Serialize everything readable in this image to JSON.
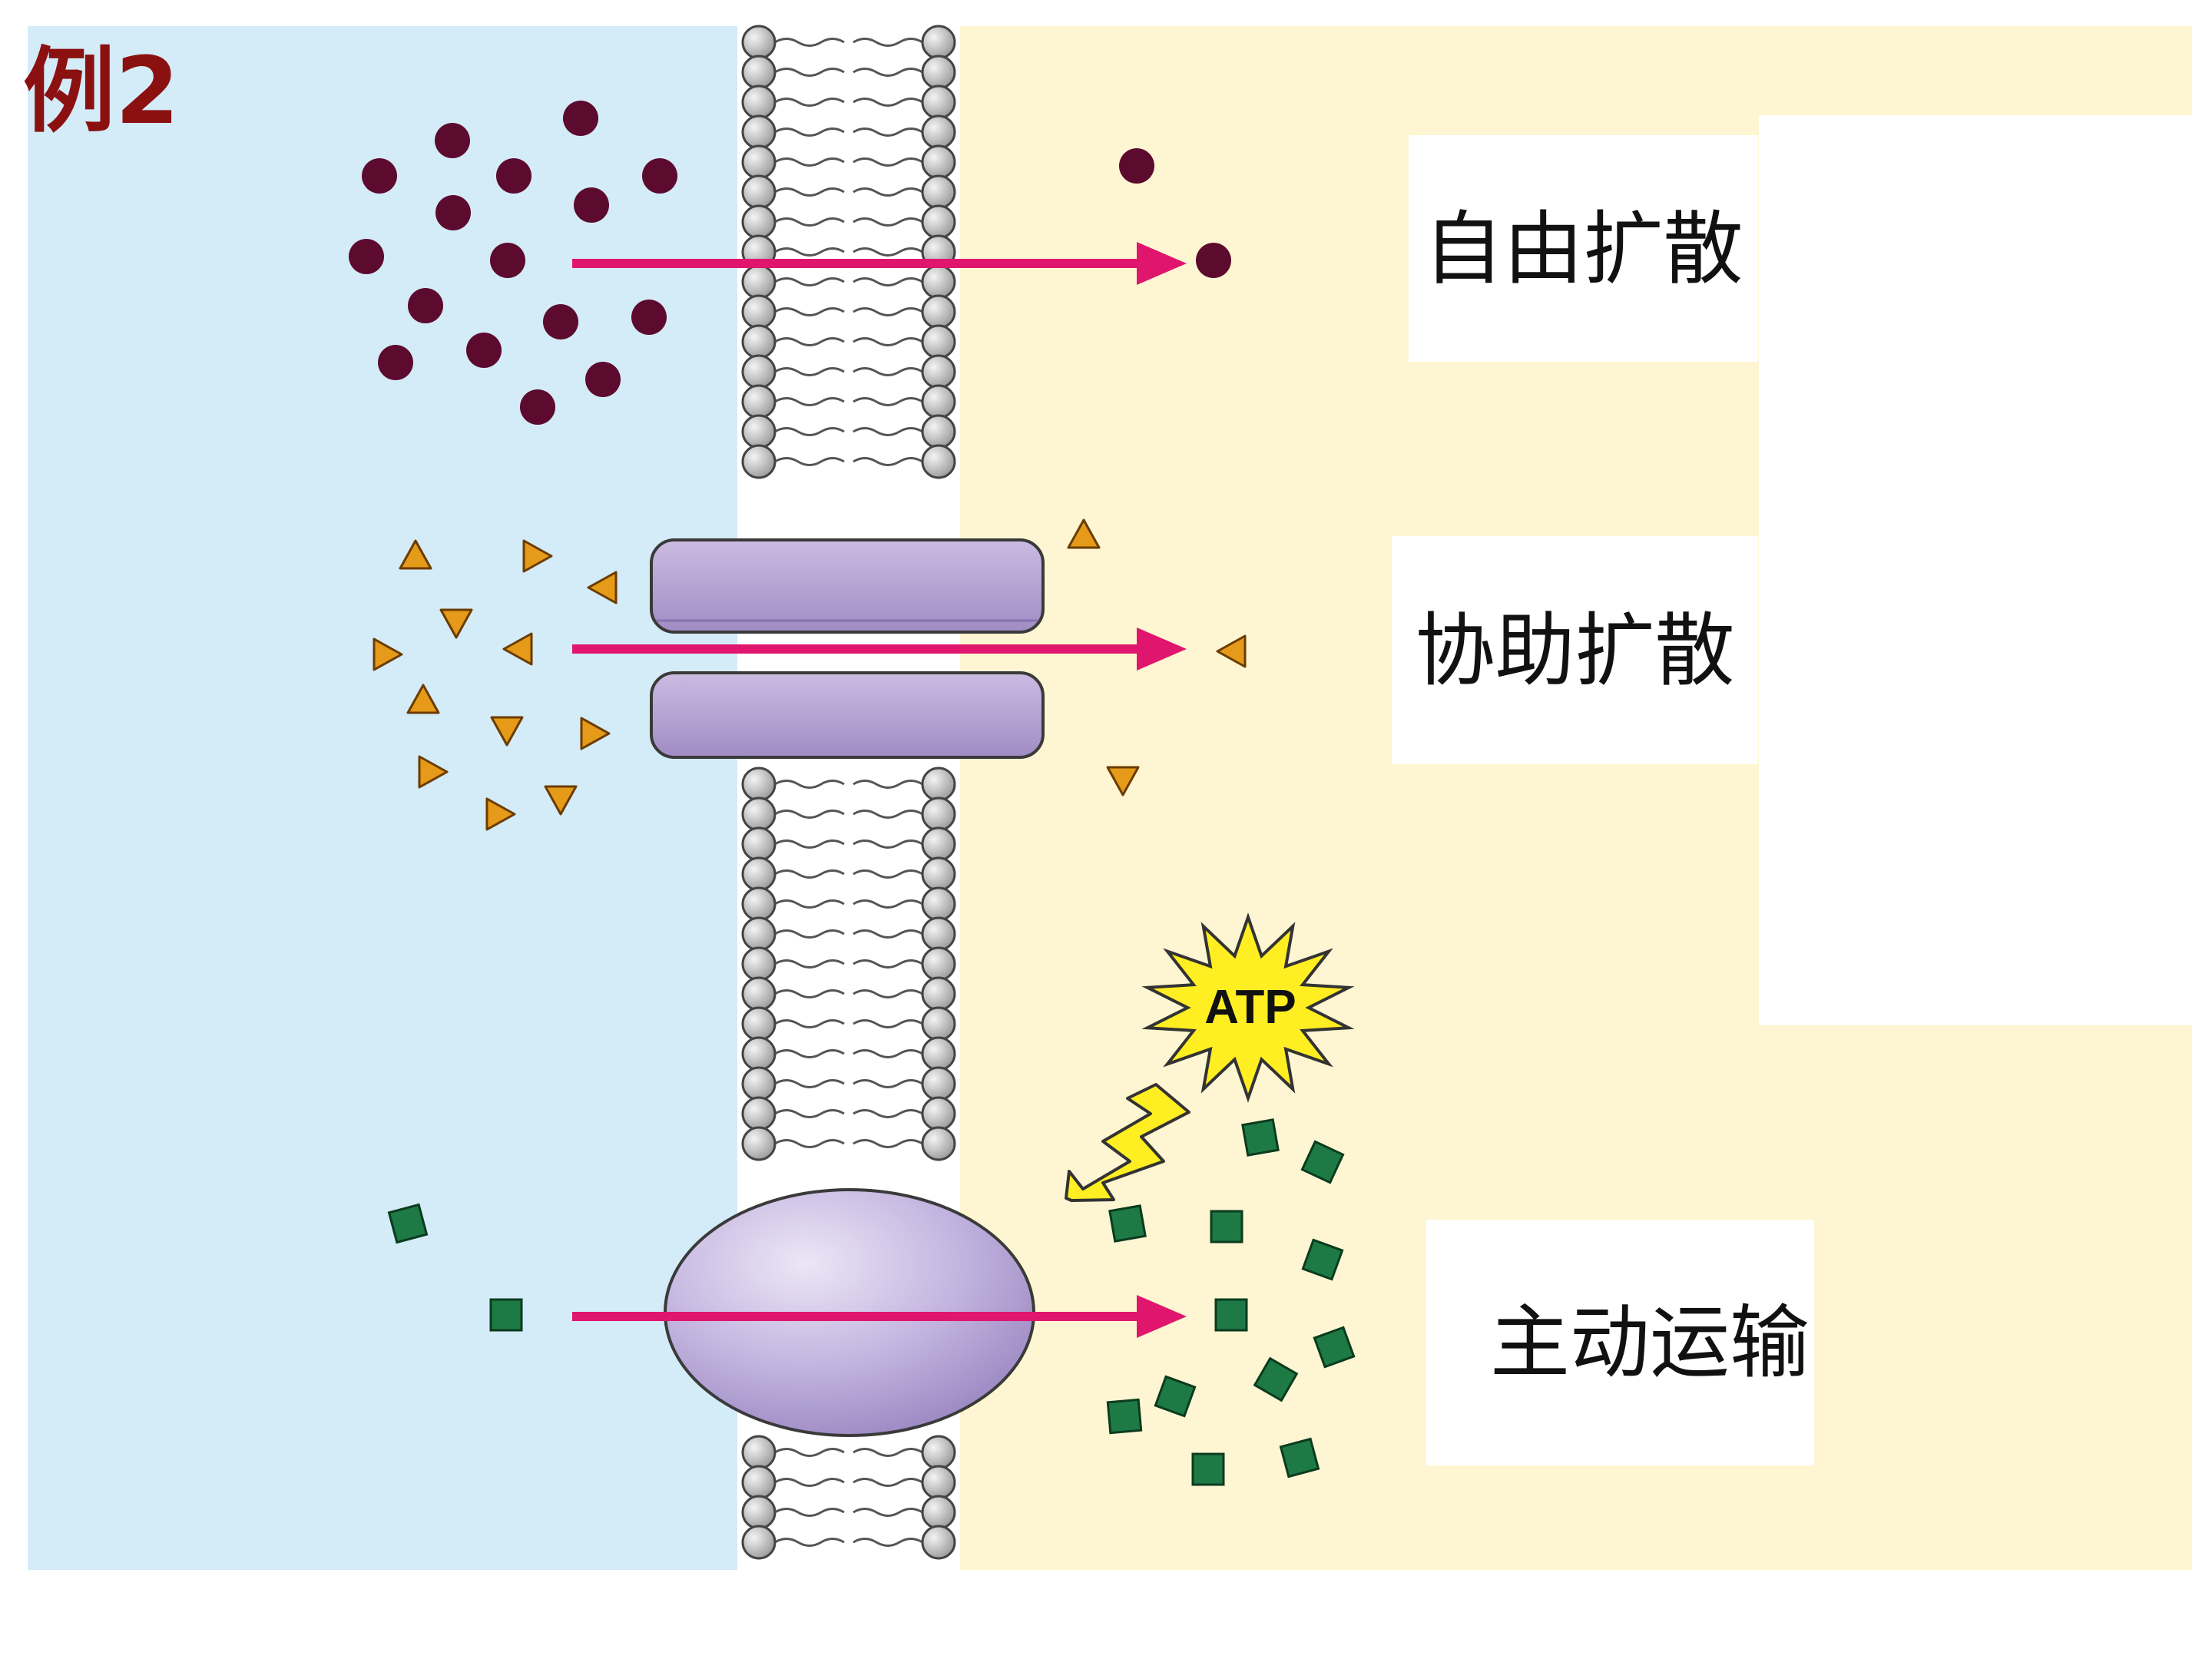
{
  "example_label": "例2",
  "processes": {
    "free_diffusion": "自由扩散",
    "facilitated_diffusion": "协助扩散",
    "active_transport": "主动运输"
  },
  "atp_label": "ATP",
  "colors": {
    "left_region": "#d4ebf8",
    "right_region": "#fef6d2",
    "arrow": "#e0166e",
    "free_molecule": "#5c0a2e",
    "facilitated_molecule": "#e59a1a",
    "active_molecule": "#1d7a45",
    "channel_protein": "#b7a3d2",
    "carrier_protein": "#c4b5e0",
    "phospholipid_head": "#c8c8c8",
    "atp_burst": "#ffee22",
    "example_label": "#8b1111"
  }
}
